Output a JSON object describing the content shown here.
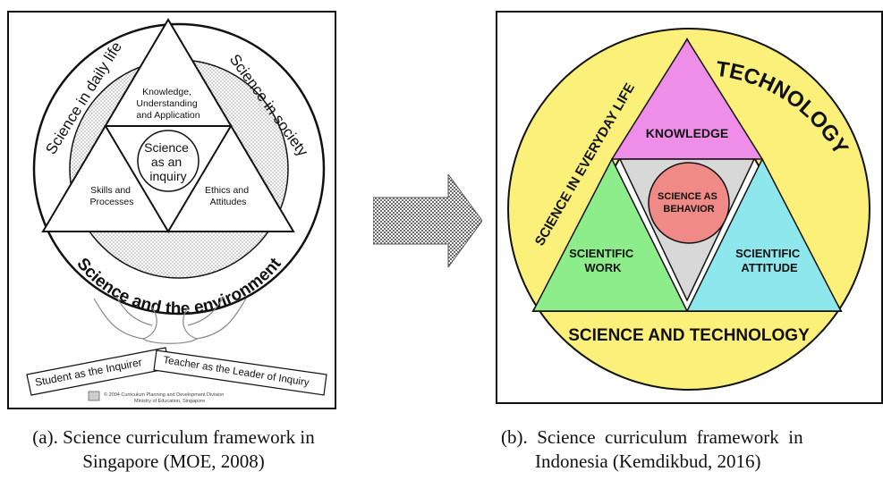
{
  "left_diagram": {
    "outer_top_left": "Science in daily life",
    "outer_top_right": "Science in society",
    "outer_bottom": "Science and the environment",
    "knowledge_line1": "Knowledge,",
    "knowledge_line2": "Understanding",
    "knowledge_line3": "and Application",
    "center_line1": "Science",
    "center_line2": "as an",
    "center_line3": "inquiry",
    "skills_line1": "Skills and",
    "skills_line2": "Processes",
    "ethics_line1": "Ethics and",
    "ethics_line2": "Attitudes",
    "ribbon_student": "Student as the Inquirer",
    "ribbon_teacher": "Teacher as the Leader of Inquiry",
    "copyright_line1": "© 2004 Curriculum Planning and Development Division",
    "copyright_line2": "Ministry of Education, Singapore",
    "colors": {
      "ring": "#d9d9d9",
      "line": "#111111"
    }
  },
  "arrow": {
    "icon": "right-arrow-icon",
    "color": "#9a9a9a"
  },
  "right_diagram": {
    "outer_left": "SCIENCE IN EVERYDAY LIFE",
    "outer_right": "TECHNOLOGY",
    "outer_bottom": "SCIENCE AND TECHNOLOGY",
    "top": "KNOWLEDGE",
    "center_line1": "SCIENCE AS",
    "center_line2": "BEHAVIOR",
    "left_line1": "SCIENTIFIC",
    "left_line2": "WORK",
    "right_line1": "SCIENTIFIC",
    "right_line2": "ATTITUDE",
    "colors": {
      "circle": "#fbf07a",
      "knowledge": "#ee8ee8",
      "work": "#8eed8b",
      "attitude": "#8fe7ee",
      "center_triangle": "#d8d8d8",
      "center_circle": "#ef8a86"
    }
  },
  "captions": {
    "a_line1": "(a). Science curriculum framework in",
    "a_line2": "Singapore (MOE, 2008)",
    "b_line1": "(b).  Science  curriculum  framework  in",
    "b_line2": "Indonesia (Kemdikbud, 2016)"
  }
}
